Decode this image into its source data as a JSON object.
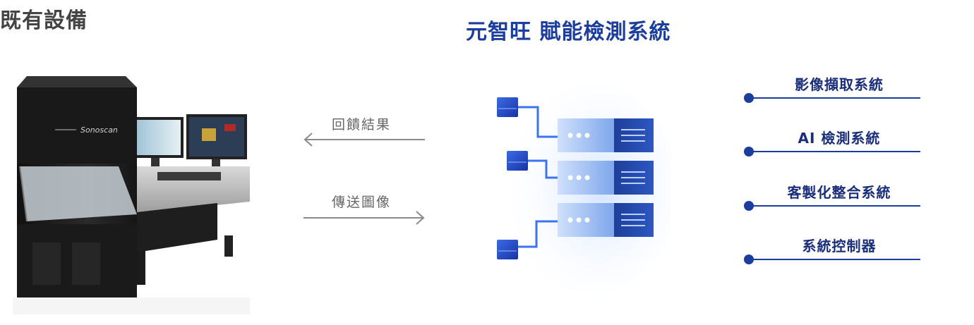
{
  "left_title": "既有設備",
  "main_title": "元智旺 賦能檢測系統",
  "equipment": {
    "brand": "Sonoscan"
  },
  "arrows": {
    "feedback_label": "回饋結果",
    "send_label": "傳送圖像"
  },
  "features": [
    {
      "label": "影像擷取系統"
    },
    {
      "label": "AI 檢測系統"
    },
    {
      "label": "客製化整合系統"
    },
    {
      "label": "系統控制器"
    }
  ],
  "colors": {
    "brand_blue": "#1b3d9c",
    "feature_text": "#1a2e7a",
    "arrow_gray": "#888888"
  },
  "icons": [
    "inspection-machine-icon",
    "server-stack-icon",
    "arrow-left-icon",
    "arrow-right-icon"
  ]
}
